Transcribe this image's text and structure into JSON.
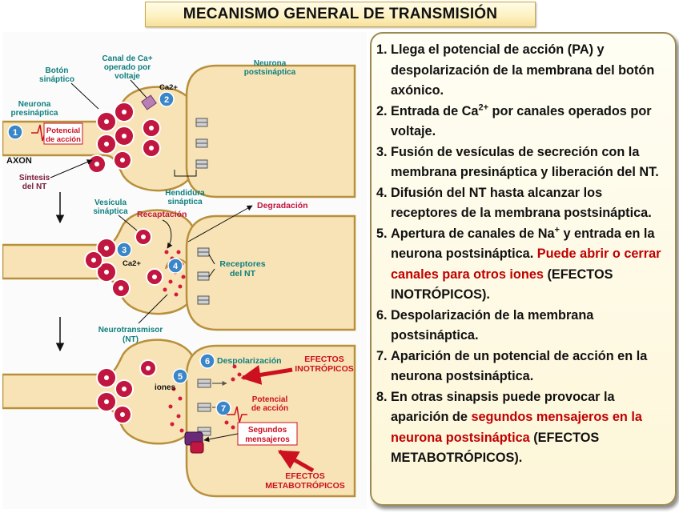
{
  "title": "MECANISMO GENERAL DE TRANSMISIÓN",
  "colors": {
    "title_bg": "#fdf2c2",
    "panel_bg": "#fffbe6",
    "red_text": "#c00000",
    "tissue": "#f7e3b5",
    "vesicle": "#c0163f",
    "label_teal": "#0f7f7f"
  },
  "diagram": {
    "labels": {
      "canal_ca": "Canal de Ca+",
      "operado_por": "operado por",
      "voltaje": "voltaje",
      "boton": "Botón",
      "sinaptico": "sináptico",
      "neurona_post": "Neurona",
      "postsinaptica": "postsináptica",
      "neurona_pre": "Neurona",
      "presinaptica": "presináptica",
      "potencial": "Potencial",
      "de_accion": "de acción",
      "axon": "AXON",
      "sintesis": "Síntesis",
      "del_nt": "del NT",
      "hendidura": "Hendidura",
      "sinaptica": "sináptica",
      "vesicula": "Vesícula",
      "vesicula2": "sináptica",
      "recaptacion": "Recaptación",
      "degradacion": "Degradación",
      "receptores": "Receptores",
      "receptores2": "del NT",
      "neurotransmisor": "Neurotransmisor",
      "nt": "(NT)",
      "ca2": "Ca2+",
      "ca2b": "Ca2+",
      "despolarizacion": "Despolarización",
      "iones": "iones",
      "efectos_ino": "EFECTOS",
      "inotropicos": "INOTRÓPICOS",
      "potencial2": "Potencial",
      "de_accion2": "de acción",
      "segundos": "Segundos",
      "mensajeros": "mensajeros",
      "efectos_meta": "EFECTOS",
      "metabotropicos": "METABOTRÓPICOS"
    },
    "badges": [
      "1",
      "2",
      "3",
      "4",
      "5",
      "6",
      "7"
    ]
  },
  "steps": [
    {
      "num": "1.",
      "text": "Llega el potencial de acción (PA) y despolarización de la membrana del botón axónico."
    },
    {
      "num": "2.",
      "pre": "Entrada de Ca",
      "sup": "2+",
      "post": " por canales operados por voltaje."
    },
    {
      "num": "3.",
      "text": "Fusión de vesículas de secreción con la membrana presináptica y liberación del NT."
    },
    {
      "num": "4.",
      "text": "Difusión del NT hasta alcanzar los receptores de la membrana postsináptica."
    },
    {
      "num": "5.",
      "pre": "Apertura de canales de Na",
      "sup": "+",
      "post": " y entrada en la neurona postsináptica. ",
      "red": "Puede abrir o cerrar canales para otros iones",
      "post2": " (EFECTOS INOTRÓPICOS)."
    },
    {
      "num": "6.",
      "text": "Despolarización de la membrana postsináptica."
    },
    {
      "num": "7.",
      "text": "Aparición de un potencial de acción en la neurona postsináptica."
    },
    {
      "num": "8.",
      "pre": "En otras sinapsis puede provocar la aparición de ",
      "red": "segundos mensajeros en la neurona postsináptica",
      "post": " (EFECTOS METABOTRÓPICOS)."
    }
  ]
}
